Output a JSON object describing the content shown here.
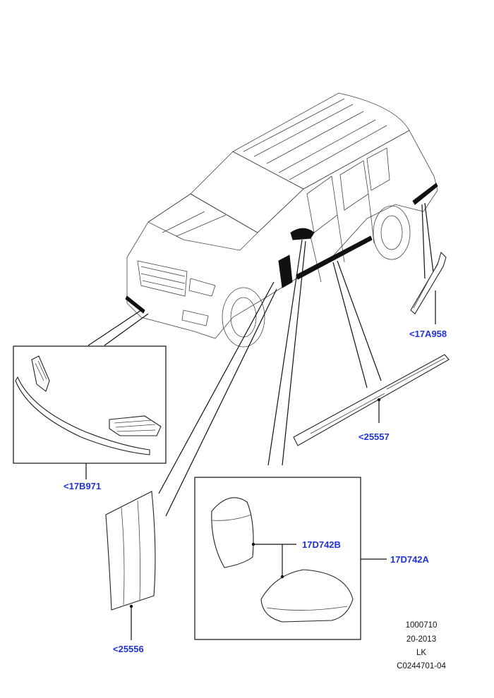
{
  "callouts": {
    "grille": "<17B971",
    "side_molding": "<17A958",
    "door_molding": "<25557",
    "fender_vent": "<25556",
    "mirror_cap": "17D742B",
    "mirror_assembly": "17D742A"
  },
  "meta": {
    "line1": "1000710",
    "line2": "20-2013",
    "line3": "LK",
    "line4": "C0244701-04"
  },
  "colors": {
    "callout_text": "#1f33d6",
    "linework": "#111111",
    "background": "#ffffff"
  }
}
